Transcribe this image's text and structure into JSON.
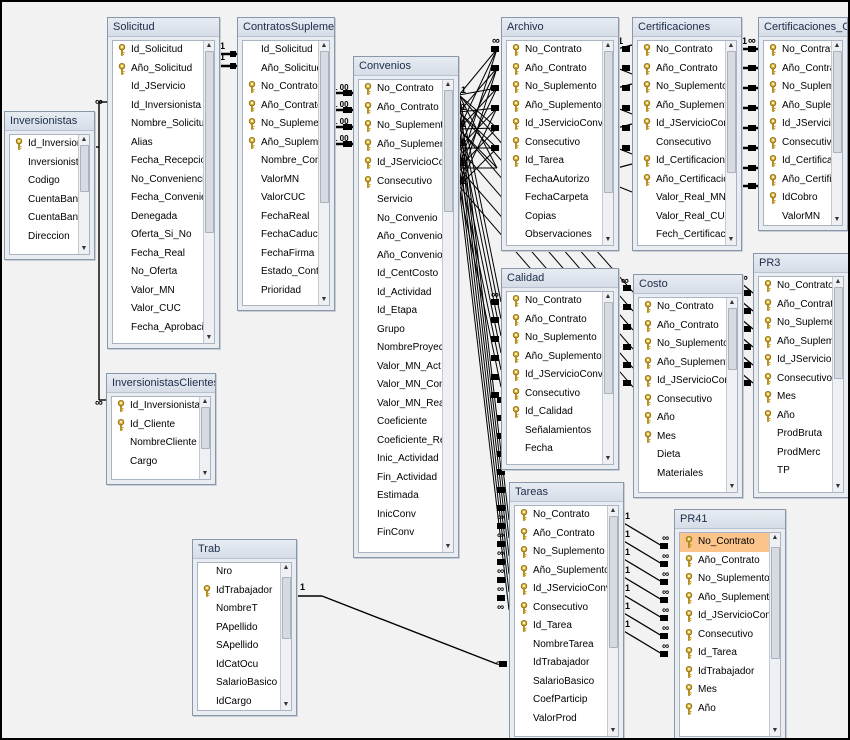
{
  "tables": [
    {
      "id": "inversionistas",
      "title": "Inversionistas",
      "fields": [
        {
          "name": "Id_Inversionista",
          "key": true
        },
        {
          "name": "Inversionista"
        },
        {
          "name": "Codigo"
        },
        {
          "name": "CuentaBancaria"
        },
        {
          "name": "CuentaBancaria"
        },
        {
          "name": "Direccion"
        }
      ]
    },
    {
      "id": "solicitud",
      "title": "Solicitud",
      "fields": [
        {
          "name": "Id_Solicitud",
          "key": true
        },
        {
          "name": "Año_Solicitud",
          "key": true
        },
        {
          "name": "Id_JServicio"
        },
        {
          "name": "Id_Inversionista"
        },
        {
          "name": "Nombre_Solicitud"
        },
        {
          "name": "Alias"
        },
        {
          "name": "Fecha_Recepcion"
        },
        {
          "name": "No_Conveniencia"
        },
        {
          "name": "Fecha_Conveniencia"
        },
        {
          "name": "Denegada"
        },
        {
          "name": "Oferta_Si_No"
        },
        {
          "name": "Fecha_Real"
        },
        {
          "name": "No_Oferta"
        },
        {
          "name": "Valor_MN"
        },
        {
          "name": "Valor_CUC"
        },
        {
          "name": "Fecha_Aprobacion"
        }
      ]
    },
    {
      "id": "contratos",
      "title": "ContratosSuplementos",
      "fields": [
        {
          "name": "Id_Solicitud"
        },
        {
          "name": "Año_Solicitud"
        },
        {
          "name": "No_Contrato",
          "key": true
        },
        {
          "name": "Año_Contrato",
          "key": true
        },
        {
          "name": "No_Suplemento",
          "key": true
        },
        {
          "name": "Año_Suplemento",
          "key": true
        },
        {
          "name": "Nombre_Contrato"
        },
        {
          "name": "ValorMN"
        },
        {
          "name": "ValorCUC"
        },
        {
          "name": "FechaReal"
        },
        {
          "name": "FechaCaduca"
        },
        {
          "name": "FechaFirma"
        },
        {
          "name": "Estado_Contrato"
        },
        {
          "name": "Prioridad"
        }
      ]
    },
    {
      "id": "convenios",
      "title": "Convenios",
      "fields": [
        {
          "name": "No_Contrato",
          "key": true
        },
        {
          "name": "Año_Contrato",
          "key": true
        },
        {
          "name": "No_Suplemento",
          "key": true
        },
        {
          "name": "Año_Suplemento",
          "key": true
        },
        {
          "name": "Id_JServicioConvenio",
          "key": true
        },
        {
          "name": "Consecutivo",
          "key": true
        },
        {
          "name": "Servicio"
        },
        {
          "name": "No_Convenio"
        },
        {
          "name": "Año_Convenio"
        },
        {
          "name": "Año_Convenio_Temp"
        },
        {
          "name": "Id_CentCosto"
        },
        {
          "name": "Id_Actividad"
        },
        {
          "name": "Id_Etapa"
        },
        {
          "name": "Grupo"
        },
        {
          "name": "NombreProyecto"
        },
        {
          "name": "Valor_MN_Act"
        },
        {
          "name": "Valor_MN_Con"
        },
        {
          "name": "Valor_MN_Real"
        },
        {
          "name": "Coeficiente"
        },
        {
          "name": "Coeficiente_Real"
        },
        {
          "name": "Inic_Actividad"
        },
        {
          "name": "Fin_Actividad"
        },
        {
          "name": "Estimada"
        },
        {
          "name": "InicConv"
        },
        {
          "name": "FinConv"
        }
      ]
    },
    {
      "id": "archivo",
      "title": "Archivo",
      "fields": [
        {
          "name": "No_Contrato",
          "key": true
        },
        {
          "name": "Año_Contrato",
          "key": true
        },
        {
          "name": "No_Suplemento",
          "key": true
        },
        {
          "name": "Año_Suplemento",
          "key": true
        },
        {
          "name": "Id_JServicioConvenio",
          "key": true
        },
        {
          "name": "Consecutivo",
          "key": true
        },
        {
          "name": "Id_Tarea",
          "key": true
        },
        {
          "name": "FechaAutorizo"
        },
        {
          "name": "FechaCarpeta"
        },
        {
          "name": "Copias"
        },
        {
          "name": "Observaciones"
        }
      ]
    },
    {
      "id": "certificaciones",
      "title": "Certificaciones",
      "fields": [
        {
          "name": "No_Contrato",
          "key": true
        },
        {
          "name": "Año_Contrato",
          "key": true
        },
        {
          "name": "No_Suplemento",
          "key": true
        },
        {
          "name": "Año_Suplemento",
          "key": true
        },
        {
          "name": "Id_JServicioConvenio",
          "key": true
        },
        {
          "name": "Consecutivo"
        },
        {
          "name": "Id_Certificacion",
          "key": true
        },
        {
          "name": "Año_Certificacion",
          "key": true
        },
        {
          "name": "Valor_Real_MN"
        },
        {
          "name": "Valor_Real_CUC"
        },
        {
          "name": "Fech_Certificacion"
        }
      ]
    },
    {
      "id": "cobro",
      "title": "Certificaciones_Cobro",
      "fields": [
        {
          "name": "No_Contrato",
          "key": true
        },
        {
          "name": "Año_Contrato",
          "key": true
        },
        {
          "name": "No_Suplemento",
          "key": true
        },
        {
          "name": "Año_Suplemento",
          "key": true
        },
        {
          "name": "Id_JServicioConvenio",
          "key": true
        },
        {
          "name": "Consecutivo",
          "key": true
        },
        {
          "name": "Id_Certificacion",
          "key": true
        },
        {
          "name": "Año_Certificacion",
          "key": true
        },
        {
          "name": "IdCobro",
          "key": true
        },
        {
          "name": "ValorMN"
        }
      ]
    },
    {
      "id": "invclientes",
      "title": "InversionistasClientes",
      "fields": [
        {
          "name": "Id_Inversionista",
          "key": true
        },
        {
          "name": "Id_Cliente",
          "key": true
        },
        {
          "name": "NombreCliente"
        },
        {
          "name": "Cargo"
        }
      ]
    },
    {
      "id": "calidad",
      "title": "Calidad",
      "fields": [
        {
          "name": "No_Contrato",
          "key": true
        },
        {
          "name": "Año_Contrato",
          "key": true
        },
        {
          "name": "No_Suplemento",
          "key": true
        },
        {
          "name": "Año_Suplemento",
          "key": true
        },
        {
          "name": "Id_JServicioConvenio",
          "key": true
        },
        {
          "name": "Consecutivo",
          "key": true
        },
        {
          "name": "Id_Calidad",
          "key": true
        },
        {
          "name": "Señalamientos"
        },
        {
          "name": "Fecha"
        }
      ]
    },
    {
      "id": "costo",
      "title": "Costo",
      "fields": [
        {
          "name": "No_Contrato",
          "key": true
        },
        {
          "name": "Año_Contrato",
          "key": true
        },
        {
          "name": "No_Suplemento",
          "key": true
        },
        {
          "name": "Año_Suplemento",
          "key": true
        },
        {
          "name": "Id_JServicioConvenio",
          "key": true
        },
        {
          "name": "Consecutivo",
          "key": true
        },
        {
          "name": "Año",
          "key": true
        },
        {
          "name": "Mes",
          "key": true
        },
        {
          "name": "Dieta"
        },
        {
          "name": "Materiales"
        }
      ]
    },
    {
      "id": "pr3",
      "title": "PR3",
      "fields": [
        {
          "name": "No_Contrato",
          "key": true
        },
        {
          "name": "Año_Contrato",
          "key": true
        },
        {
          "name": "No_Suplemento",
          "key": true
        },
        {
          "name": "Año_Suplemento",
          "key": true
        },
        {
          "name": "Id_JServicioConvenio",
          "key": true
        },
        {
          "name": "Consecutivo",
          "key": true
        },
        {
          "name": "Mes",
          "key": true
        },
        {
          "name": "Año",
          "key": true
        },
        {
          "name": "ProdBruta"
        },
        {
          "name": "ProdMerc"
        },
        {
          "name": "TP"
        }
      ]
    },
    {
      "id": "tareas",
      "title": "Tareas",
      "fields": [
        {
          "name": "No_Contrato",
          "key": true
        },
        {
          "name": "Año_Contrato",
          "key": true
        },
        {
          "name": "No_Suplemento",
          "key": true
        },
        {
          "name": "Año_Suplemento",
          "key": true
        },
        {
          "name": "Id_JServicioConvenio",
          "key": true
        },
        {
          "name": "Consecutivo",
          "key": true
        },
        {
          "name": "Id_Tarea",
          "key": true
        },
        {
          "name": "NombreTarea"
        },
        {
          "name": "IdTrabajador"
        },
        {
          "name": "SalarioBasico"
        },
        {
          "name": "CoefParticip"
        },
        {
          "name": "ValorProd"
        }
      ]
    },
    {
      "id": "trab",
      "title": "Trab",
      "fields": [
        {
          "name": "Nro"
        },
        {
          "name": "IdTrabajador",
          "key": true
        },
        {
          "name": "NombreT"
        },
        {
          "name": "PApellido"
        },
        {
          "name": "SApellido"
        },
        {
          "name": "IdCatOcu"
        },
        {
          "name": "SalarioBasico"
        },
        {
          "name": "IdCargo"
        }
      ]
    },
    {
      "id": "pr41",
      "title": "PR41",
      "fields": [
        {
          "name": "No_Contrato",
          "key": true,
          "selected": true
        },
        {
          "name": "Año_Contrato",
          "key": true
        },
        {
          "name": "No_Suplemento",
          "key": true
        },
        {
          "name": "Año_Suplemento",
          "key": true
        },
        {
          "name": "Id_JServicioConvenio",
          "key": true
        },
        {
          "name": "Consecutivo",
          "key": true
        },
        {
          "name": "Id_Tarea",
          "key": true
        },
        {
          "name": "IdTrabajador",
          "key": true
        },
        {
          "name": "Mes",
          "key": true
        },
        {
          "name": "Año",
          "key": true
        }
      ]
    }
  ],
  "cardinality": {
    "one": "1",
    "many": "∞"
  },
  "colors": {
    "selected": "#fbc48a",
    "key": "#c9a227",
    "header": "#d6dde7",
    "line": "#000000"
  }
}
